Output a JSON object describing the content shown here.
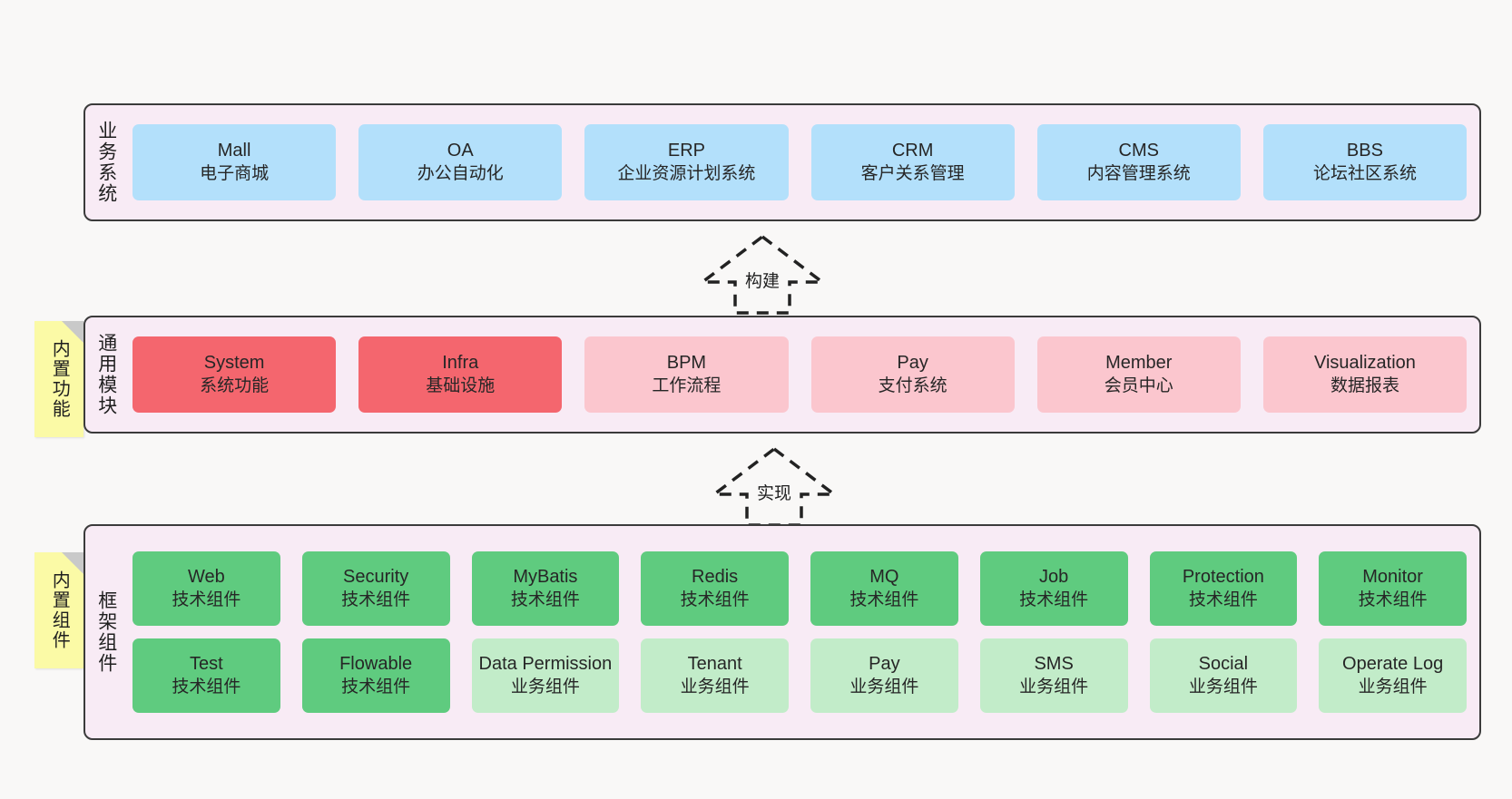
{
  "diagram": {
    "background_color": "#f9f8f7",
    "panel_color": "#f8ebf5",
    "panel_border_color": "#3b3b3b",
    "note_color": "#fbfaa6",
    "note_fold_color": "#c9c9c9"
  },
  "tiers": [
    {
      "id": "business-systems",
      "label": "业务系统",
      "rows": [
        {
          "cards": [
            {
              "title": "Mall",
              "subtitle": "电子商城",
              "color": "#b3e0fb",
              "style": "c-blue"
            },
            {
              "title": "OA",
              "subtitle": "办公自动化",
              "color": "#b3e0fb",
              "style": "c-blue"
            },
            {
              "title": "ERP",
              "subtitle": "企业资源计划系统",
              "color": "#b3e0fb",
              "style": "c-blue"
            },
            {
              "title": "CRM",
              "subtitle": "客户关系管理",
              "color": "#b3e0fb",
              "style": "c-blue"
            },
            {
              "title": "CMS",
              "subtitle": "内容管理系统",
              "color": "#b3e0fb",
              "style": "c-blue"
            },
            {
              "title": "BBS",
              "subtitle": "论坛社区系统",
              "color": "#b3e0fb",
              "style": "c-blue"
            }
          ]
        }
      ]
    },
    {
      "id": "common-modules",
      "label": "通用模块",
      "note": "内置功能",
      "rows": [
        {
          "cards": [
            {
              "title": "System",
              "subtitle": "系统功能",
              "color": "#f4666e",
              "style": "c-red"
            },
            {
              "title": "Infra",
              "subtitle": "基础设施",
              "color": "#f4666e",
              "style": "c-red"
            },
            {
              "title": "BPM",
              "subtitle": "工作流程",
              "color": "#fbc6ce",
              "style": "c-pink"
            },
            {
              "title": "Pay",
              "subtitle": "支付系统",
              "color": "#fbc6ce",
              "style": "c-pink"
            },
            {
              "title": "Member",
              "subtitle": "会员中心",
              "color": "#fbc6ce",
              "style": "c-pink"
            },
            {
              "title": "Visualization",
              "subtitle": "数据报表",
              "color": "#fbc6ce",
              "style": "c-pink"
            }
          ]
        }
      ]
    },
    {
      "id": "framework-components",
      "label": "框架组件",
      "note": "内置组件",
      "rows": [
        {
          "cards": [
            {
              "title": "Web",
              "subtitle": "技术组件",
              "color": "#5fcb7f",
              "style": "c-green"
            },
            {
              "title": "Security",
              "subtitle": "技术组件",
              "color": "#5fcb7f",
              "style": "c-green"
            },
            {
              "title": "MyBatis",
              "subtitle": "技术组件",
              "color": "#5fcb7f",
              "style": "c-green"
            },
            {
              "title": "Redis",
              "subtitle": "技术组件",
              "color": "#5fcb7f",
              "style": "c-green"
            },
            {
              "title": "MQ",
              "subtitle": "技术组件",
              "color": "#5fcb7f",
              "style": "c-green"
            },
            {
              "title": "Job",
              "subtitle": "技术组件",
              "color": "#5fcb7f",
              "style": "c-green"
            },
            {
              "title": "Protection",
              "subtitle": "技术组件",
              "color": "#5fcb7f",
              "style": "c-green"
            },
            {
              "title": "Monitor",
              "subtitle": "技术组件",
              "color": "#5fcb7f",
              "style": "c-green"
            }
          ]
        },
        {
          "cards": [
            {
              "title": "Test",
              "subtitle": "技术组件",
              "color": "#5fcb7f",
              "style": "c-green"
            },
            {
              "title": "Flowable",
              "subtitle": "技术组件",
              "color": "#5fcb7f",
              "style": "c-green"
            },
            {
              "title": "Data Permission",
              "subtitle": "业务组件",
              "color": "#c2ecc9",
              "style": "c-lightgreen"
            },
            {
              "title": "Tenant",
              "subtitle": "业务组件",
              "color": "#c2ecc9",
              "style": "c-lightgreen"
            },
            {
              "title": "Pay",
              "subtitle": "业务组件",
              "color": "#c2ecc9",
              "style": "c-lightgreen"
            },
            {
              "title": "SMS",
              "subtitle": "业务组件",
              "color": "#c2ecc9",
              "style": "c-lightgreen"
            },
            {
              "title": "Social",
              "subtitle": "业务组件",
              "color": "#c2ecc9",
              "style": "c-lightgreen"
            },
            {
              "title": "Operate Log",
              "subtitle": "业务组件",
              "color": "#c2ecc9",
              "style": "c-lightgreen"
            }
          ]
        }
      ]
    }
  ],
  "connectors": [
    {
      "id": "build",
      "label": "构建",
      "direction": "up",
      "style": "dashed-hollow-arrow"
    },
    {
      "id": "implement",
      "label": "实现",
      "direction": "up",
      "style": "dashed-hollow-arrow"
    }
  ]
}
